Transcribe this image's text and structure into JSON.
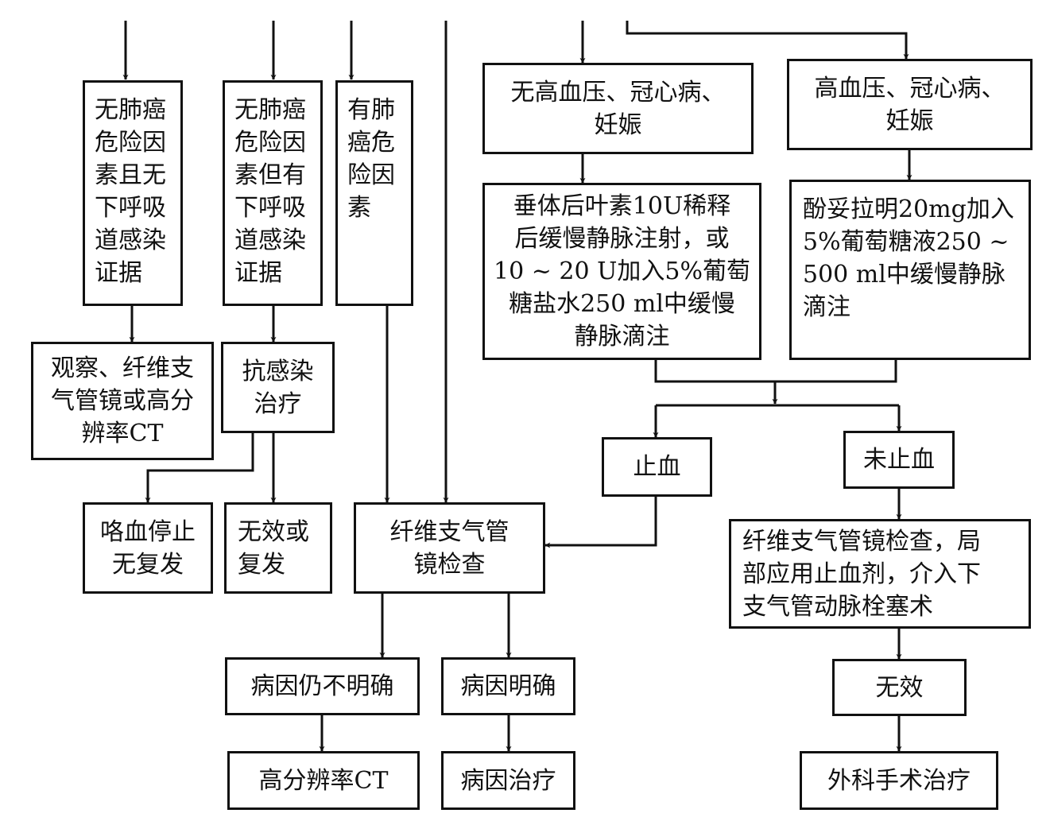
{
  "colors": {
    "line": "#111111",
    "background": "#ffffff"
  },
  "nodes": {
    "no_risk_no_infection": "无肺癌\n危险因\n素且无\n下呼吸\n道感染\n证据",
    "no_risk_with_infection": "无肺癌\n危险因\n素但有\n下呼吸\n道感染\n证据",
    "has_risk": "有肺\n癌危\n险因\n素",
    "observe": "观察、纤维支\n气管镜或高分\n辨率CT",
    "anti_infection": "抗感染\n治疗",
    "hemoptysis_stop": "咯血停止\n无复发",
    "ineffective_or_relapse": "无效或\n复发",
    "bronchoscopy": "纤维支气管\n镜检查",
    "cause_unclear": "病因仍不明确",
    "cause_clear": "病因明确",
    "hrct": "高分辨率CT",
    "cause_treatment": "病因治疗",
    "no_hypertension": "无高血压、冠心病、\n妊娠",
    "hypertension": "高血压、冠心病、\n妊娠",
    "vasopressin": "垂体后叶素10U稀释\n后缓慢静脉注射，或\n10 ~ 20 U加入5%葡萄\n糖盐水250 ml中缓慢\n静脉滴注",
    "phentolamine": "酚妥拉明20mg加入\n5%葡萄糖液250 ~\n500 ml中缓慢静脉\n滴注",
    "bleeding_stopped": "止血",
    "bleeding_not_stopped": "未止血",
    "bronchoscopy_local": "纤维支气管镜检查，局\n部应用止血剂，介入下\n支气管动脉栓塞术",
    "ineffective": "无效",
    "surgery": "外科手术治疗"
  }
}
